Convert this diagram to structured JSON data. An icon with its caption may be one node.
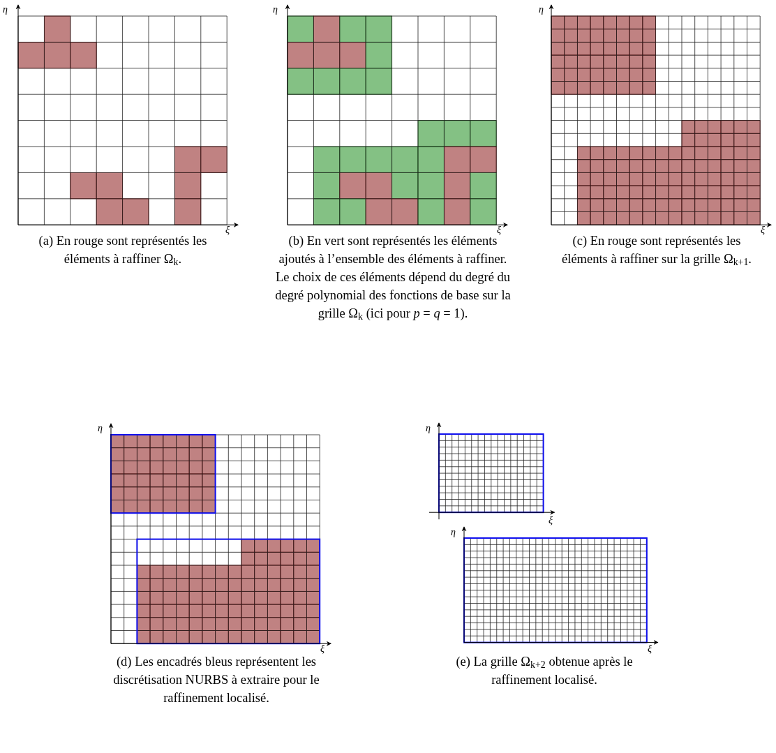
{
  "diagram": {
    "labels": [
      "η",
      "ξ",
      "(a) En rouge sont représentés les éléments à raffiner Ω$_{k}$.",
      "η",
      "ξ",
      "(b) En vert sont représentés les éléments ajoutés à l’ensemble des éléments à raffiner. Le choix de ces éléments dépend du degré du degré polynomial des fonctions de base sur la grille Ω$_{k}$ (ici pour *p* = *q* = 1).",
      "η",
      "ξ",
      "(c) En rouge sont représentés les éléments à raffiner sur la grille Ω$_{k+1}$.",
      "η",
      "ξ",
      "(d) Les encadrés bleus représentent les discrétisation NURBS à extraire pour le raffinement localisé.",
      "η",
      "ξ",
      "η",
      "ξ",
      "(e) La grille Ω$_{k+2}$ obtenue après le raffinement localisé."
    ]
  }
}
